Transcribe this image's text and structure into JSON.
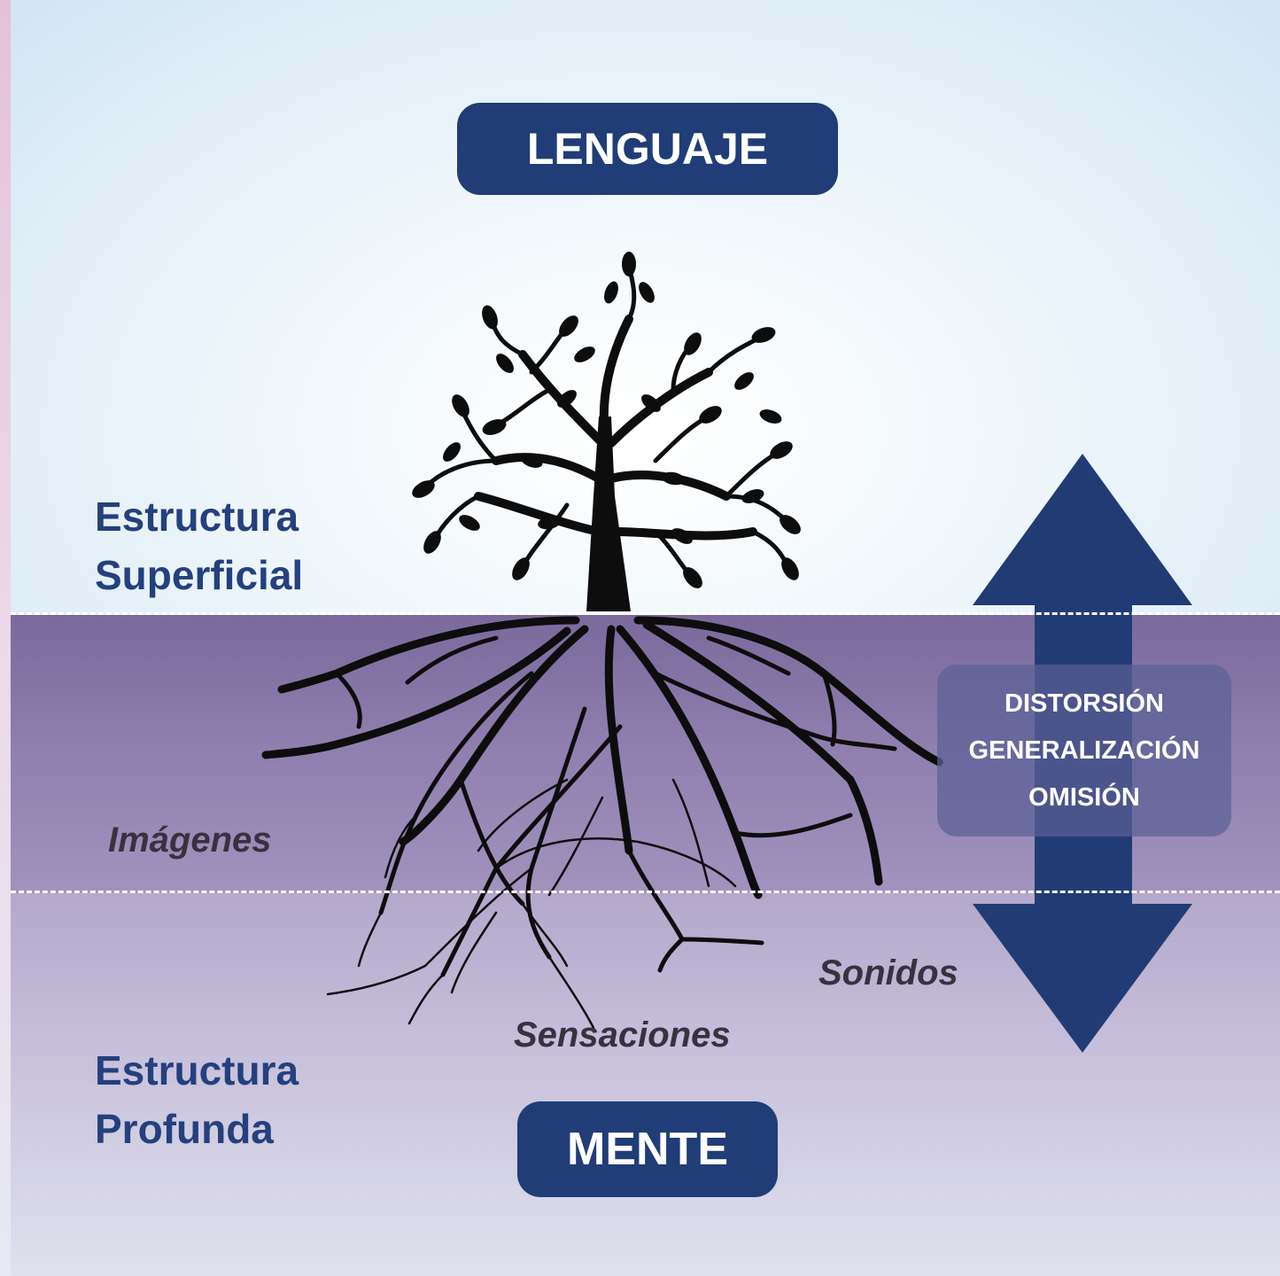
{
  "top_label": "LENGUAJE",
  "bottom_label": "MENTE",
  "surface_structure": [
    "Estructura",
    "Superficial"
  ],
  "deep_structure": [
    "Estructura",
    "Profunda"
  ],
  "senses": {
    "images": "Imágenes",
    "sounds": "Sonidos",
    "sensations": "Sensaciones"
  },
  "processes": [
    "DISTORSIÓN",
    "GENERALIZACIÓN",
    "OMISIÓN"
  ],
  "colors": {
    "navy": "#203d77",
    "surface_band": "#7a6a9c",
    "deep_band": "#c9c2dc",
    "tree": "#0d0d0d"
  },
  "icons": {
    "tree": "tree-with-roots-icon",
    "arrow": "double-vertical-arrow-icon"
  }
}
